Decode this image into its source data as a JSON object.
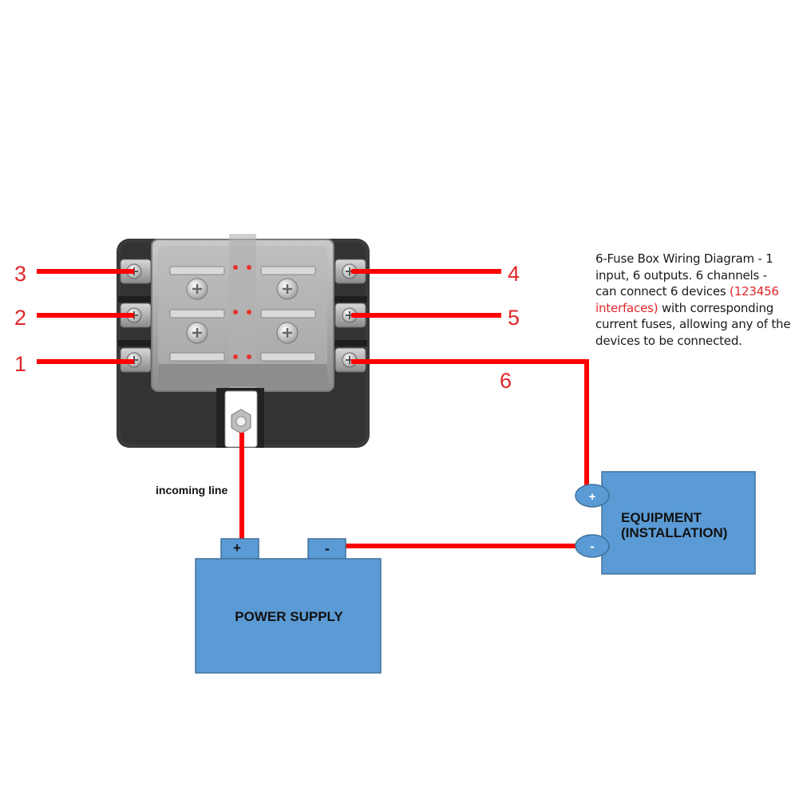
{
  "channel_labels": {
    "ch1": "1",
    "ch2": "2",
    "ch3": "3",
    "ch4": "4",
    "ch5": "5",
    "ch6": "6"
  },
  "incoming_line_label": "incoming line",
  "power_supply": {
    "title": "POWER SUPPLY",
    "plus": "+",
    "minus": "-"
  },
  "equipment": {
    "line1": "EQUIPMENT",
    "line2": "(INSTALLATION)",
    "plus": "+",
    "minus": "-"
  },
  "description": {
    "part1": "6-Fuse Box Wiring Diagram - 1 input, 6 outputs. 6 channels - can connect 6 devices ",
    "highlight": "(123456 interfaces)",
    "part2": " with corresponding current fuses, allowing any of the devices to be connected."
  },
  "colors": {
    "wire": "#ff0000",
    "label": "#e0262a",
    "box_fill": "#5b9bd5",
    "box_stroke": "#41719c",
    "fuse_box_body": "#3a3a3a"
  }
}
